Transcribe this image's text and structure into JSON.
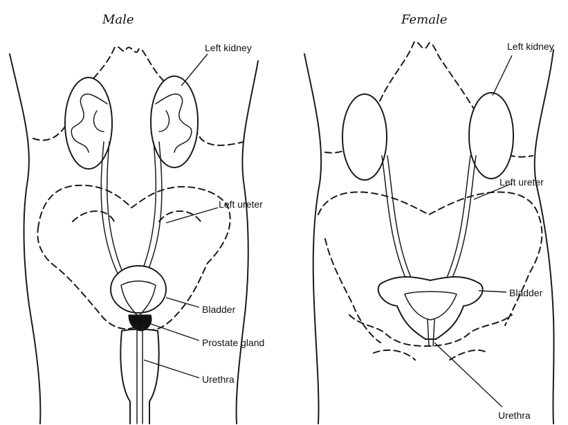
{
  "titles": {
    "male": "Male",
    "female": "Female"
  },
  "labels": {
    "male_left_kidney": "Left kidney",
    "male_left_ureter": "Left ureter",
    "male_bladder": "Bladder",
    "male_prostate": "Prostate gland",
    "male_urethra": "Urethra",
    "female_left_kidney": "Left kidney",
    "female_left_ureter": "Left ureter",
    "female_bladder": "Bladder",
    "female_urethra": "Urethra"
  },
  "colors": {
    "ink": "#1a1a1a",
    "background": "#ffffff"
  }
}
